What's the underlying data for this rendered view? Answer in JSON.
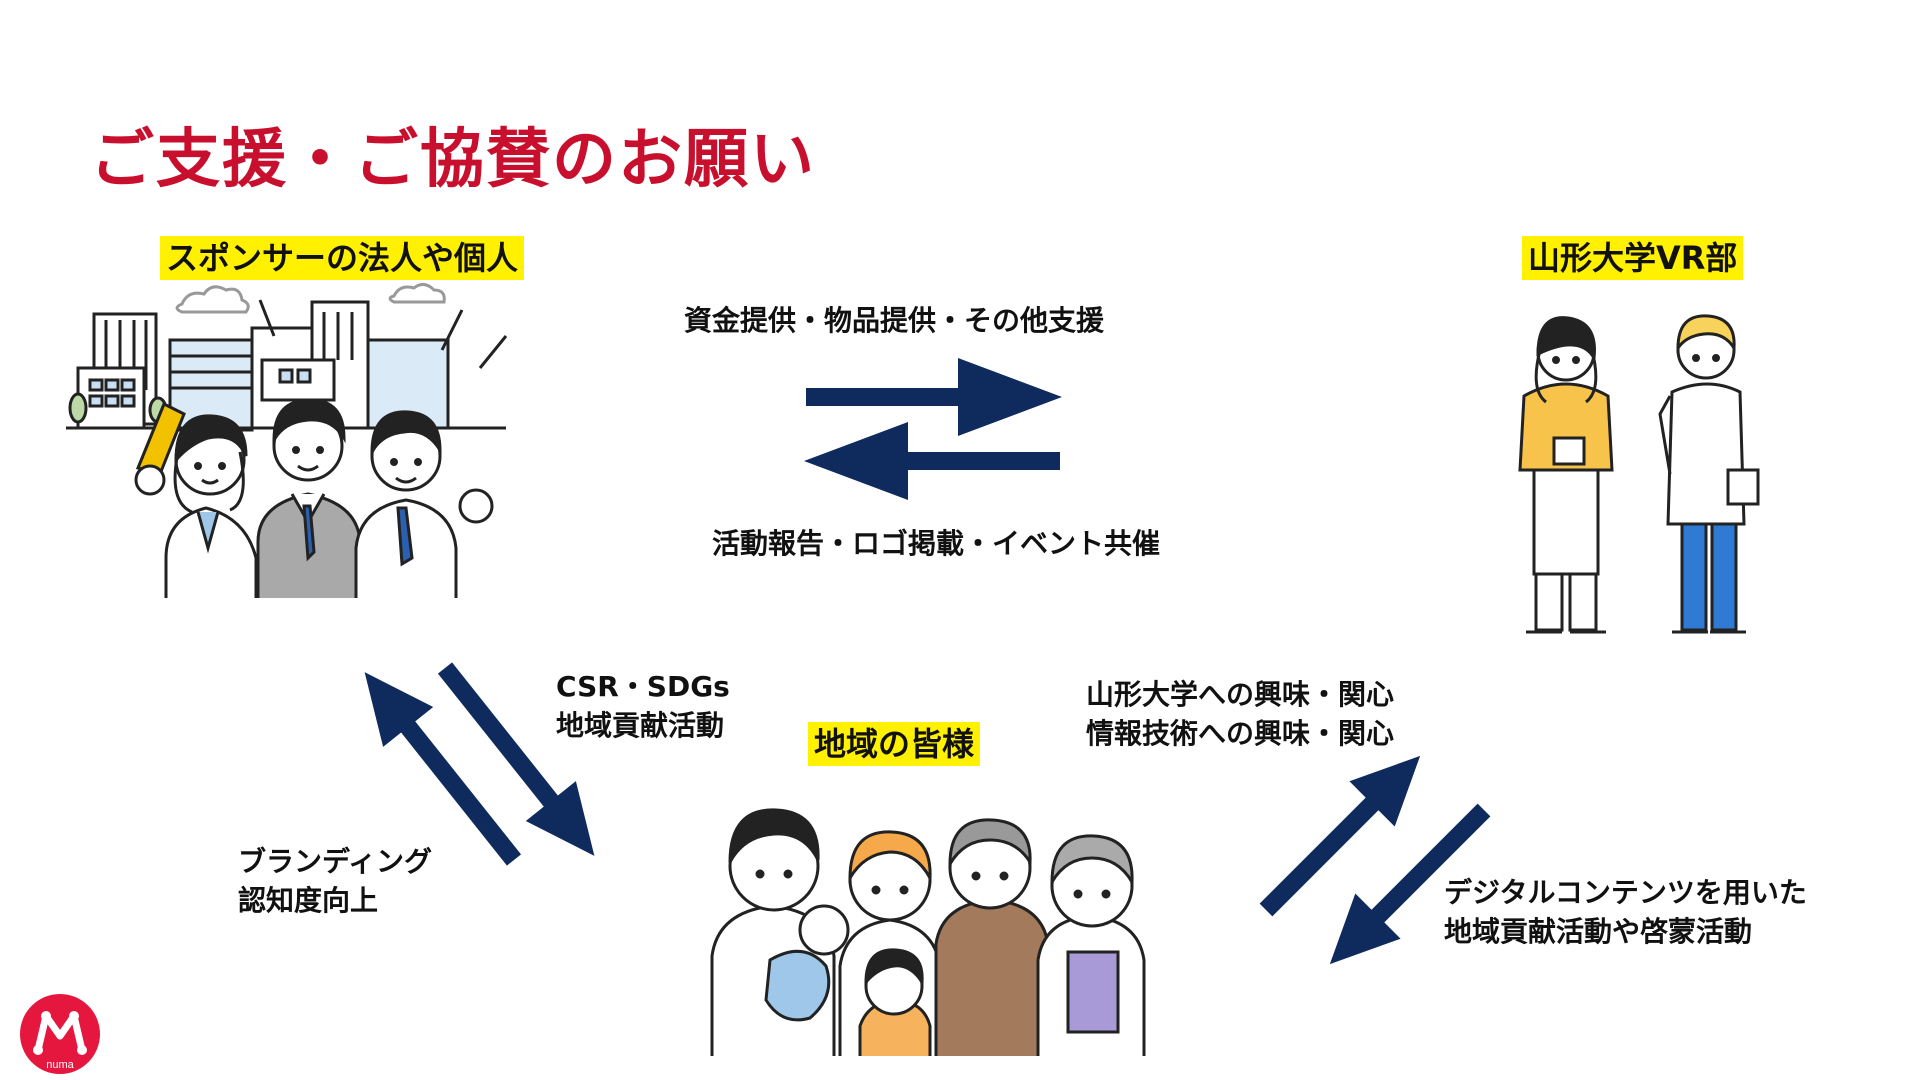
{
  "title": "ご支援・ご協賛のお願い",
  "nodes": {
    "sponsor": "スポンサーの法人や個人",
    "club": "山形大学VR部",
    "community": "地域の皆様"
  },
  "edges": {
    "sponsor_to_club": "資金提供・物品提供・その他支援",
    "club_to_sponsor": "活動報告・ロゴ掲載・イベント共催",
    "community_to_sponsor": [
      "CSR・SDGs",
      "地域貢献活動"
    ],
    "sponsor_from_community": [
      "ブランディング",
      "認知度向上"
    ],
    "community_to_club": [
      "山形大学への興味・関心",
      "情報技術への興味・関心"
    ],
    "club_to_community": [
      "デジタルコンテンツを用いた",
      "地域貢献活動や啓蒙活動"
    ]
  },
  "logo": {
    "text": "numa",
    "color": "#e5173f"
  },
  "colors": {
    "title": "#c8102e",
    "highlight": "#fff100",
    "arrow": "#0f2a5c"
  }
}
